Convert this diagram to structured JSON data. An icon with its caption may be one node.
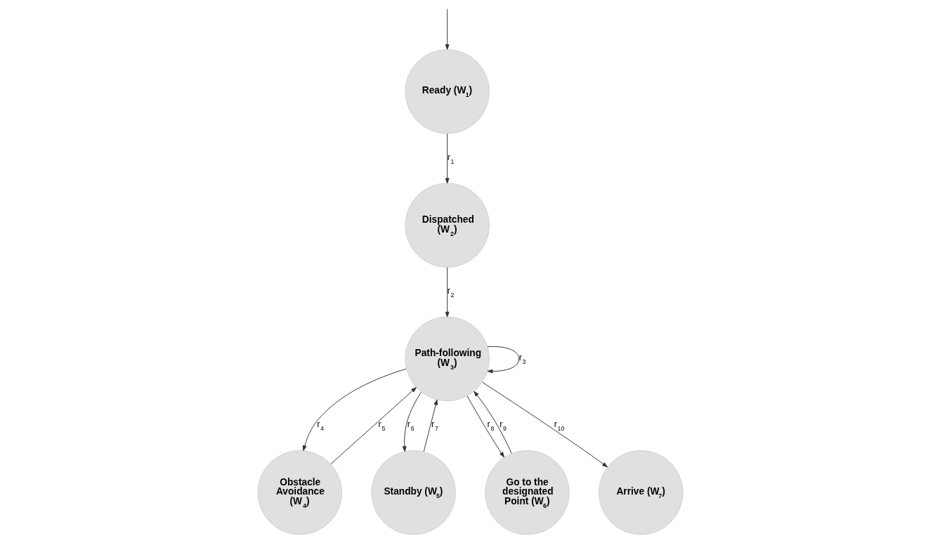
{
  "diagram": {
    "nodes": [
      {
        "text": [
          "Ready (W$_{1}$)"
        ]
      },
      {
        "text": [
          "Dispatched (W$_{2}$)"
        ]
      },
      {
        "text": [
          "Path-following (W$_{3}$)"
        ]
      },
      {
        "text": [
          "Obstacle Avoidance (W$_{4}$)"
        ]
      },
      {
        "text": [
          "Standby (W$_{5}$)"
        ]
      },
      {
        "text": [
          "Go to the designated Point (W$_{6}$)"
        ]
      },
      {
        "text": [
          "Arrive (W$_{7}$)"
        ]
      }
    ],
    "edges": [
      {
        "from": null,
        "to": 0,
        "arrow": "to"
      },
      {
        "from": 0,
        "to": 1,
        "arrow": "to",
        "label": "r$_{1}$"
      },
      {
        "from": 1,
        "to": 2,
        "arrow": "to",
        "label": "r$_{2}$"
      },
      {
        "from": 2,
        "to": 2,
        "arrow": "to",
        "label": "r$_{3}$"
      },
      {
        "from": 2,
        "to": 3,
        "arrow": "to",
        "label": "r$_{4}$"
      },
      {
        "from": 3,
        "to": 2,
        "arrow": "to",
        "label": "r$_{5}$"
      },
      {
        "from": 2,
        "to": 4,
        "arrow": "to",
        "label": "r$_{6}$"
      },
      {
        "from": 4,
        "to": 2,
        "arrow": "to",
        "label": "r$_{7}$"
      },
      {
        "from": 2,
        "to": 5,
        "arrow": "to",
        "label": "r$_{8}$"
      },
      {
        "from": 5,
        "to": 2,
        "arrow": "to",
        "label": "r$_{9}$"
      },
      {
        "from": 2,
        "to": 6,
        "arrow": "to",
        "label": "r$_{10}$"
      }
    ]
  }
}
